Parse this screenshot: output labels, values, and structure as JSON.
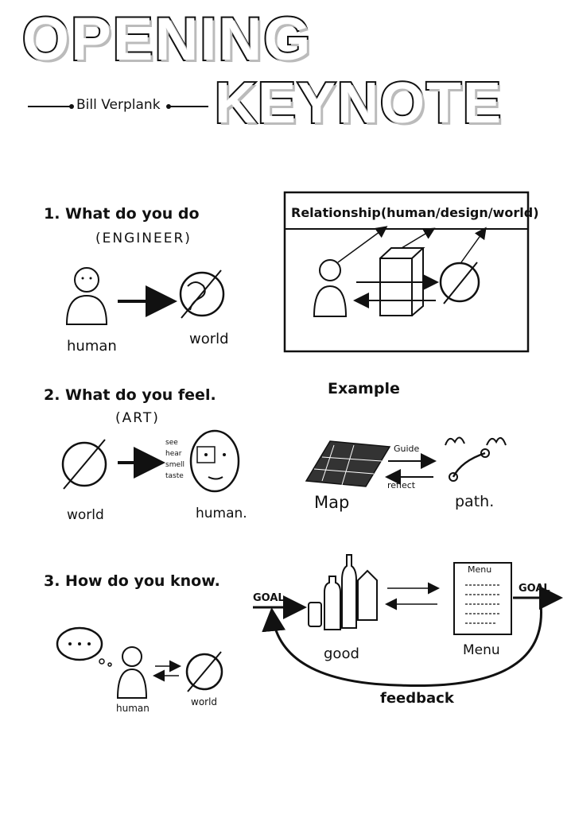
{
  "title": {
    "line1": "OPENING",
    "line2": "KEYNOTE",
    "speaker": "Bill Verplank"
  },
  "section1": {
    "heading": "1. What do you do",
    "sub": "(ENGINEER)",
    "left_label": "human",
    "right_label": "world"
  },
  "section2": {
    "heading": "2. What do you feel.",
    "sub": "(ART)",
    "left_label": "world",
    "right_label": "human.",
    "senses": [
      "see",
      "hear",
      "smell",
      "taste"
    ]
  },
  "section3": {
    "heading": "3. How do you know.",
    "left_label": "human",
    "right_label": "world"
  },
  "relationship": {
    "title": "Relationship(human/design/world)"
  },
  "example": {
    "heading": "Example",
    "map_label": "Map",
    "path_label": "path.",
    "guide": "Guide",
    "reflect": "reflect"
  },
  "feedback": {
    "goal_left": "GOAL",
    "goal_right": "GOAL",
    "good": "good",
    "menu_label": "Menu",
    "menu_card": "Menu",
    "feedback": "feedback"
  }
}
